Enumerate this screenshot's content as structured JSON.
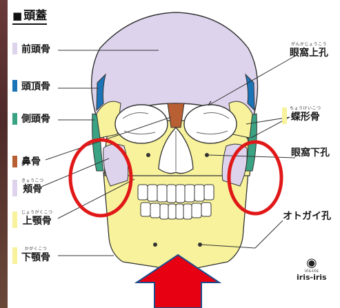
{
  "title": {
    "square": "■",
    "text": "頭蓋"
  },
  "labels": {
    "frontal": {
      "main": "前頭骨"
    },
    "parietal": {
      "main": "頭頂骨"
    },
    "temporal": {
      "main": "側頭骨"
    },
    "nasal": {
      "main": "鼻骨"
    },
    "zygomatic": {
      "main": "頬骨",
      "ruby": "きょうこつ"
    },
    "maxilla": {
      "main": "上顎骨",
      "ruby": "じょうがくこつ"
    },
    "mandible": {
      "main": "下顎骨",
      "ruby": "かがくこつ"
    },
    "orbit": {
      "main": "眼窩上孔",
      "ruby": "がんかじょうこう"
    },
    "sphenoid": {
      "main": "蝶形骨",
      "ruby": "ちょうけいこつ"
    },
    "infraorbital": {
      "main": "眼窩下孔"
    },
    "mental": {
      "main": "オトガイ孔"
    }
  },
  "logo": {
    "small": "iris-iris",
    "brand": "iris-iris"
  },
  "colors": {
    "frontal": "#ddd3ec",
    "parietal": "#1c74b8",
    "temporal": "#3aa383",
    "nasal": "#b85f33",
    "zygomatic": "#ddd3ec",
    "yellow": "#f7f29b",
    "highlight": "#e01818",
    "arrow": "#e60012",
    "arrow_outline": "#1c4c8c"
  }
}
